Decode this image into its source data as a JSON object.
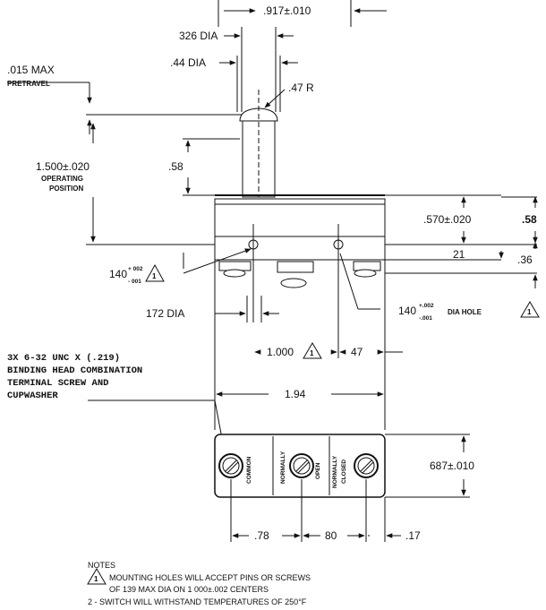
{
  "dims": {
    "top_width": ".917±.010",
    "plunger_dia": "326 DIA",
    "boss_dia": ".44 DIA",
    "radius": ".47 R",
    "max_pretravel": ".015 MAX",
    "pretravel": "PRETRAVEL",
    "operating_pos": "1.500±.020",
    "operating": "OPERATING",
    "position": "POSITION",
    "plunger_len": ".58",
    "height_570": ".570±.020",
    "height_58": ".58",
    "dim_21": "21",
    "dim_36": ".36",
    "hole_140_left": "140",
    "hole_tol_plus": "+ 002",
    "hole_tol_minus": "- 001",
    "hole_140_right": "140",
    "hole_tol_plus_r": "+.002",
    "hole_tol_minus_r": "-.001",
    "dia_hole": "DIA HOLE",
    "dia_172": "172 DIA",
    "hole_spacing": "1.000",
    "dim_47": "47",
    "width_194": "1.94",
    "height_687": "687±.010",
    "dim_78": ".78",
    "dim_80": "80",
    "dim_17": ".17",
    "note_ref": "1"
  },
  "terminal_note": [
    "3X 6-32 UNC X (.219)",
    "BINDING HEAD COMBINATION",
    "TERMINAL SCREW AND",
    "CUPWASHER"
  ],
  "terminal_labels": {
    "common": "COMMON",
    "normally": "NORMALLY",
    "open": "OPEN",
    "normally2": "NORMALLY",
    "closed": "CLOSED"
  },
  "notes": {
    "title": "NOTES",
    "note1_line1": "MOUNTING HOLES WILL ACCEPT PINS OR SCREWS",
    "note1_line2": "OF 139 MAX DIA ON 1 000±.002 CENTERS",
    "note2": "2 - SWITCH  WILL WITHSTAND  TEMPERATURES OF 250°F"
  }
}
